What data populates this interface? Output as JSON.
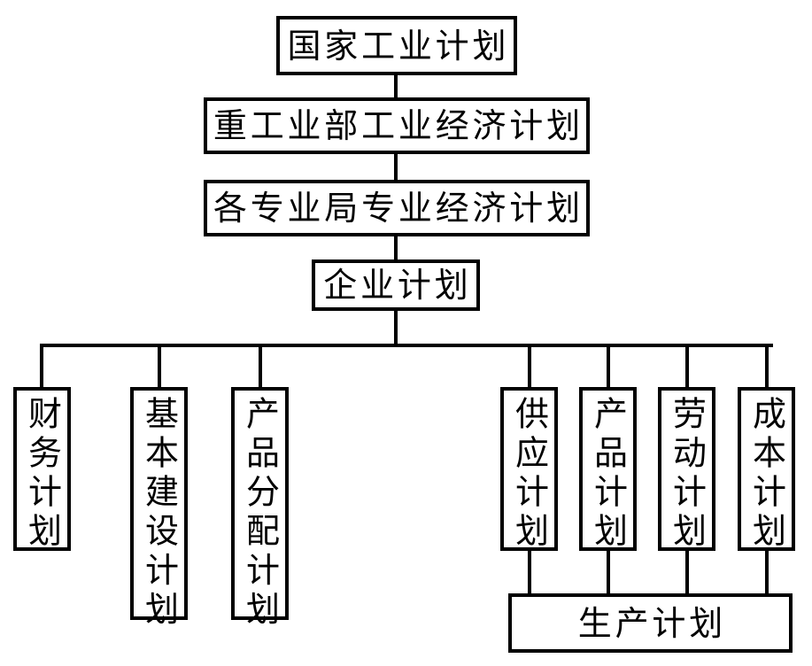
{
  "diagram": {
    "title_text": "国家工业计划",
    "background_color": "#ffffff",
    "line_color": "#000000",
    "levels": {
      "level1": {
        "label": "国家工业计划"
      },
      "level2": {
        "label": "重工业部工业经济计划"
      },
      "level3": {
        "label": "各专业局专业经济计划"
      },
      "level4": {
        "label": "企业计划"
      }
    },
    "branches_left": [
      {
        "label": "财务计划"
      },
      {
        "label": "基本建设计划"
      },
      {
        "label": "产品分配计划"
      }
    ],
    "branches_right": [
      {
        "label": "供应计划"
      },
      {
        "label": "产品计划"
      },
      {
        "label": "劳动计划"
      },
      {
        "label": "成本计划"
      }
    ],
    "bottom": {
      "label": "生产计划"
    }
  },
  "chart_data": {
    "type": "diagram",
    "title": "国家工业计划",
    "nodes": [
      {
        "id": "n1",
        "label": "国家工业计划",
        "level": 1,
        "orientation": "horizontal"
      },
      {
        "id": "n2",
        "label": "重工业部工业经济计划",
        "level": 2,
        "orientation": "horizontal"
      },
      {
        "id": "n3",
        "label": "各专业局专业经济计划",
        "level": 3,
        "orientation": "horizontal"
      },
      {
        "id": "n4",
        "label": "企业计划",
        "level": 4,
        "orientation": "horizontal"
      },
      {
        "id": "n5",
        "label": "财务计划",
        "level": 5,
        "orientation": "vertical"
      },
      {
        "id": "n6",
        "label": "基本建设计划",
        "level": 5,
        "orientation": "vertical"
      },
      {
        "id": "n7",
        "label": "产品分配计划",
        "level": 5,
        "orientation": "vertical"
      },
      {
        "id": "n8",
        "label": "供应计划",
        "level": 5,
        "orientation": "vertical"
      },
      {
        "id": "n9",
        "label": "产品计划",
        "level": 5,
        "orientation": "vertical"
      },
      {
        "id": "n10",
        "label": "劳动计划",
        "level": 5,
        "orientation": "vertical"
      },
      {
        "id": "n11",
        "label": "成本计划",
        "level": 5,
        "orientation": "vertical"
      },
      {
        "id": "n12",
        "label": "生产计划",
        "level": 6,
        "orientation": "horizontal"
      }
    ],
    "edges": [
      {
        "from": "n1",
        "to": "n2"
      },
      {
        "from": "n2",
        "to": "n3"
      },
      {
        "from": "n3",
        "to": "n4"
      },
      {
        "from": "n4",
        "to": "n5"
      },
      {
        "from": "n4",
        "to": "n6"
      },
      {
        "from": "n4",
        "to": "n7"
      },
      {
        "from": "n4",
        "to": "n8"
      },
      {
        "from": "n4",
        "to": "n9"
      },
      {
        "from": "n4",
        "to": "n10"
      },
      {
        "from": "n4",
        "to": "n11"
      },
      {
        "from": "n8",
        "to": "n12"
      },
      {
        "from": "n9",
        "to": "n12"
      },
      {
        "from": "n10",
        "to": "n12"
      },
      {
        "from": "n11",
        "to": "n12"
      }
    ]
  }
}
